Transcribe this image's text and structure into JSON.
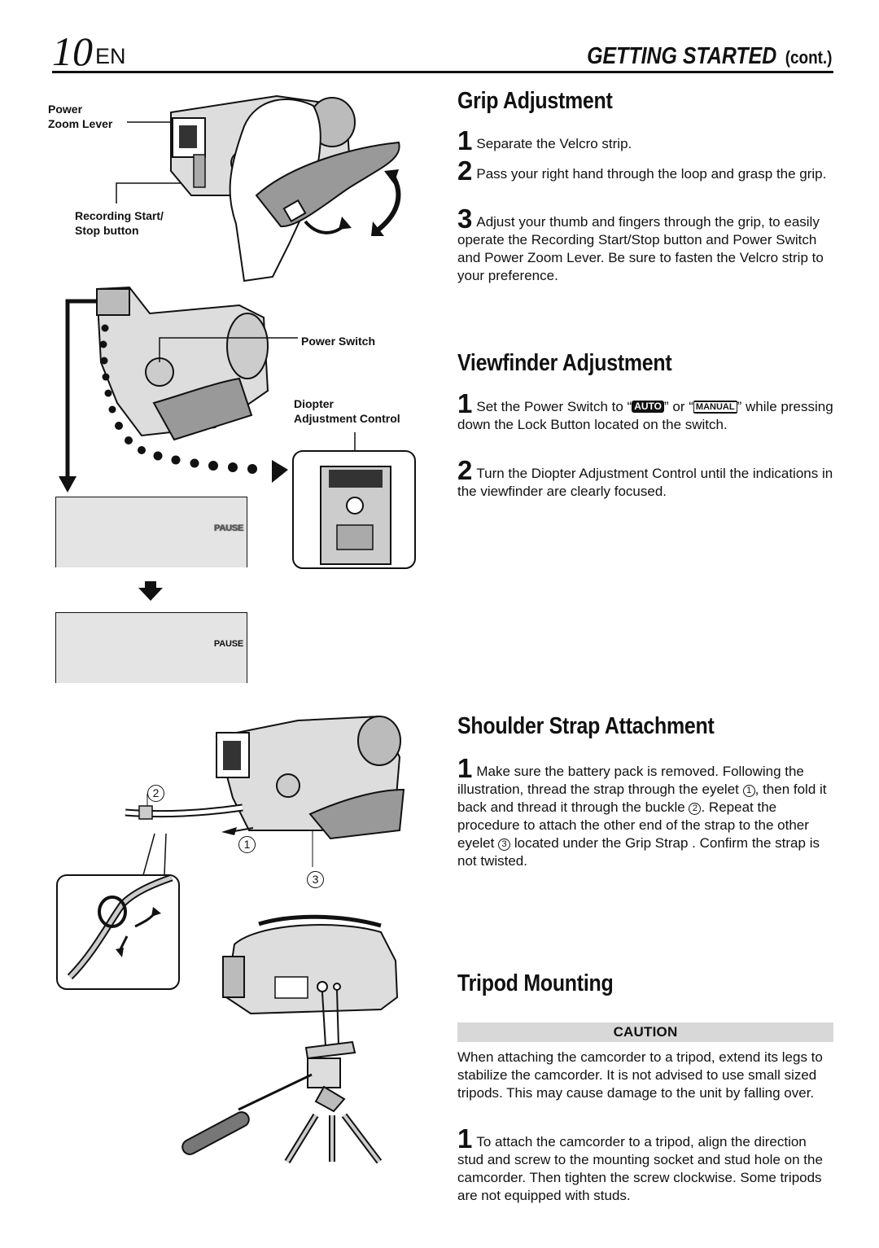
{
  "header": {
    "page_number": "10",
    "language": "EN",
    "section_title": "GETTING STARTED",
    "section_cont": "(cont.)"
  },
  "grip": {
    "title": "Grip Adjustment",
    "steps": [
      {
        "num": "1",
        "text": "Separate the Velcro strip."
      },
      {
        "num": "2",
        "text": "Pass your right hand through the loop and grasp the grip."
      },
      {
        "num": "3",
        "text": "Adjust your thumb and fingers through the grip, to easily operate the Recording Start/Stop button and Power Switch and Power Zoom Lever. Be sure to fasten the Velcro strip to your preference."
      }
    ]
  },
  "viewfinder": {
    "title": "Viewfinder Adjustment",
    "step1_pre": "Set the Power Switch to “",
    "step1_auto": "AUTO",
    "step1_mid": "” or “",
    "step1_manual": "MANUAL",
    "step1_post": "” while pressing down the Lock Button located on the switch.",
    "step2": "Turn the Diopter Adjustment Control until the indications in the viewfinder are clearly focused."
  },
  "shoulder": {
    "title": "Shoulder Strap Attachment",
    "p1": "Make sure the battery pack is removed. Following the illustration, thread the strap through the eyelet",
    "p2": ", then fold it back and thread it through the buckle",
    "p3": ". Repeat the procedure to attach the other end of the strap to the other eyelet",
    "p4": "located under the Grip Strap . Confirm the strap is not twisted."
  },
  "tripod": {
    "title": "Tripod Mounting",
    "caution_label": "CAUTION",
    "caution_text": "When attaching the camcorder to a tripod, extend its legs to stabilize the camcorder. It is not advised to use small sized tripods. This may cause damage to the unit by falling over.",
    "step1": "To attach the camcorder to a tripod, align the direction stud and screw to the mounting socket and stud hole on the camcorder. Then tighten the screw clockwise. Some tripods are not equipped with studs."
  },
  "figure_labels": {
    "power_zoom_1": "Power",
    "power_zoom_2": "Zoom Lever",
    "rec_1": "Recording Start/",
    "rec_2": "Stop button",
    "power_switch": "Power Switch",
    "diopter_1": "Diopter",
    "diopter_2": "Adjustment Control",
    "pause_blurred": "PAUSE",
    "pause_focused": "PAUSE",
    "num_1": "1",
    "num_2": "2",
    "num_3": "3"
  }
}
